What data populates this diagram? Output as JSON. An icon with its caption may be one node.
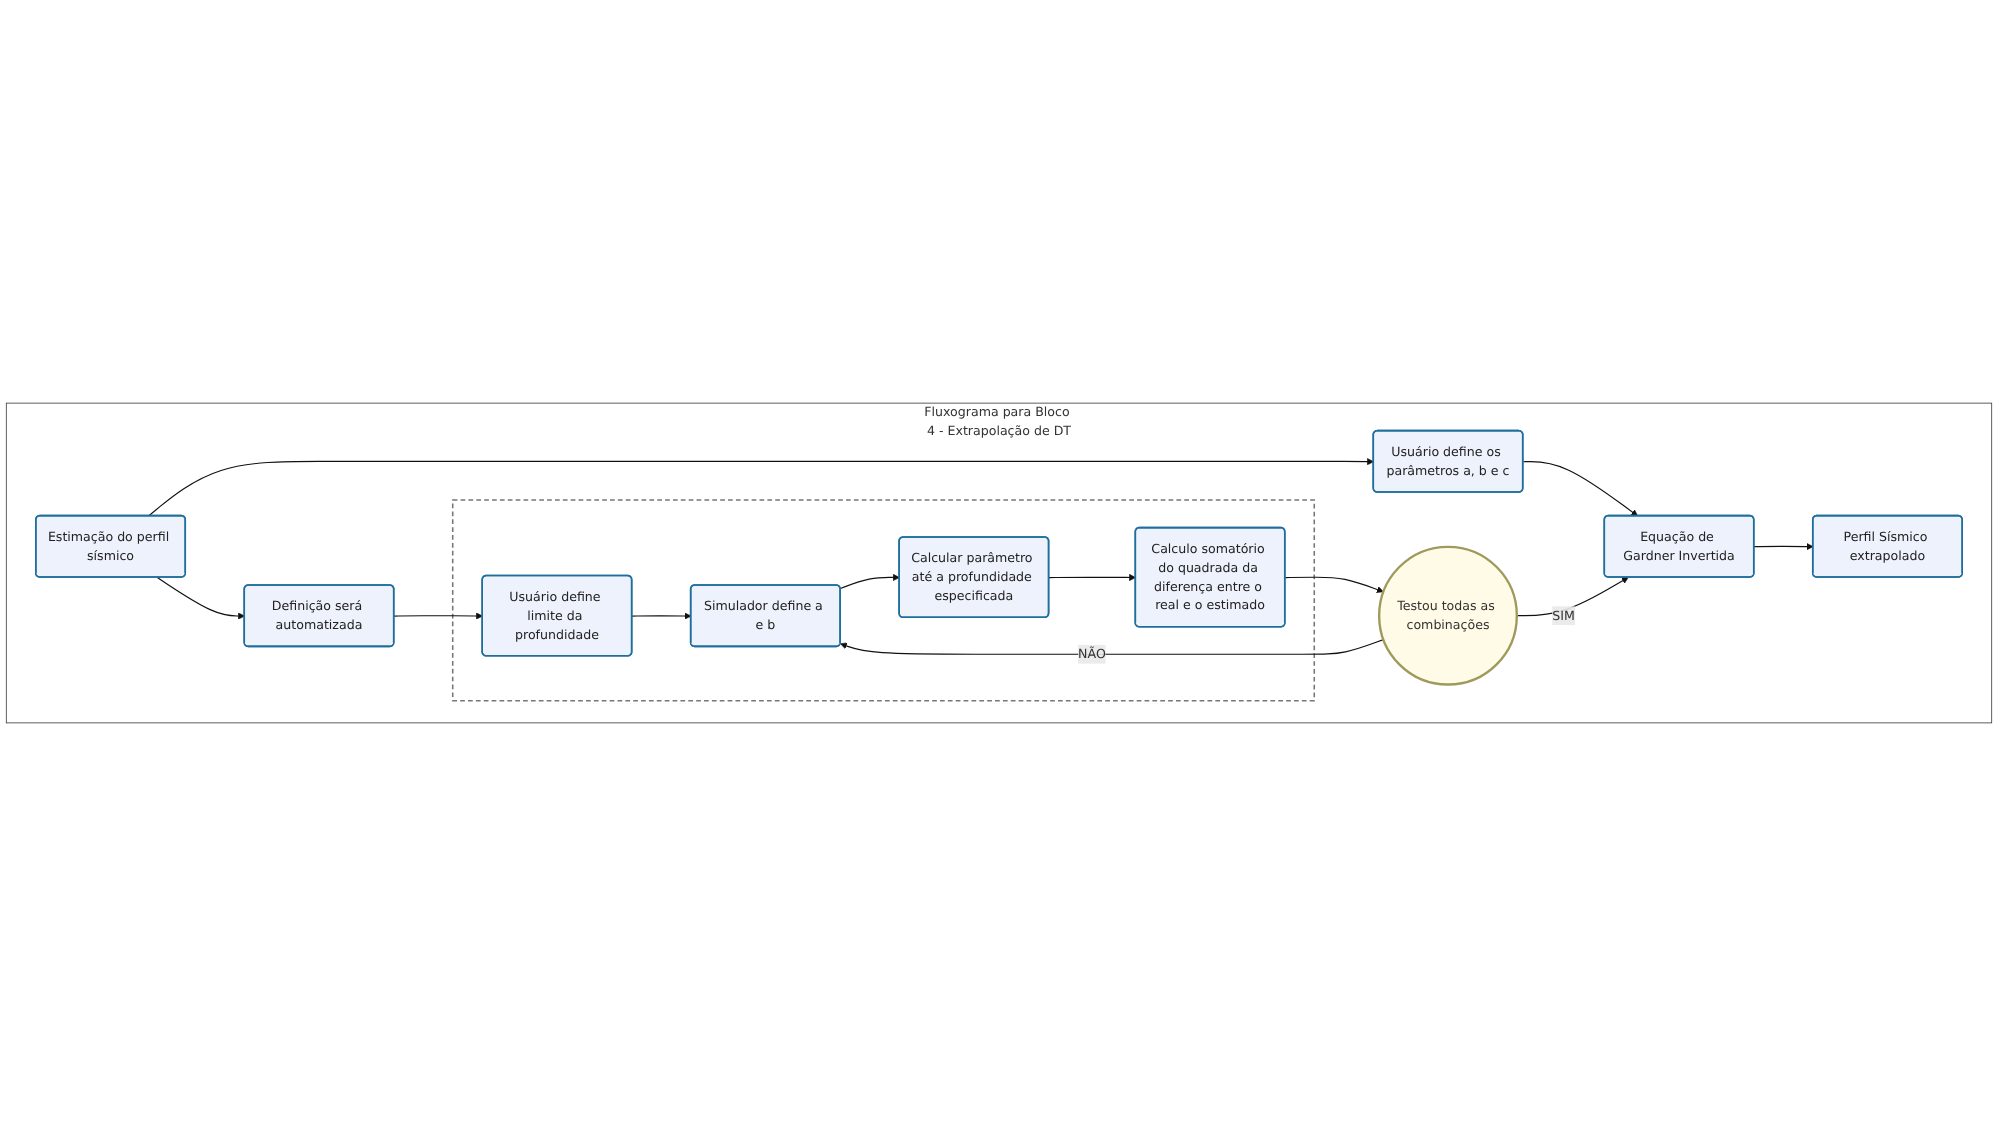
{
  "diagram": {
    "nodes": [
      {
        "text": [
          "Fluxograma para Bloco 4 - Extrapolação de DT"
        ]
      },
      {
        "text": [
          "Estimação do perfil sísmico"
        ],
        "in": 0
      },
      {
        "text": [
          "Usuário define os parâmetros a, b e c"
        ],
        "in": 0
      },
      {
        "text": [
          "Definição será automatizada"
        ],
        "in": 0
      },
      {
        "text": [],
        "shape": "box",
        "in": 0
      },
      {
        "text": [
          "Usuário define limite da profundidade"
        ],
        "in": 4
      },
      {
        "text": [
          "Simulador define a e b"
        ],
        "in": 4
      },
      {
        "text": [
          "Calcular parâmetro até a profundidade especificada"
        ],
        "in": 4
      },
      {
        "text": [
          "Calculo somatório do quadrada da diferença entre o real e o estimado"
        ],
        "in": 4
      },
      {
        "text": [
          "Testou todas as combinações"
        ],
        "in": 0
      },
      {
        "text": [
          "Equação de Gardner Invertida"
        ],
        "in": 0
      },
      {
        "text": [
          "Perfil Sísmico extrapolado"
        ],
        "in": 0
      }
    ],
    "edges": [
      {
        "from": 1,
        "to": 2,
        "arrow": "to"
      },
      {
        "from": 1,
        "to": 3,
        "arrow": "to"
      },
      {
        "from": 2,
        "to": 10,
        "arrow": "to"
      },
      {
        "from": 3,
        "to": 5,
        "arrow": "to"
      },
      {
        "from": 5,
        "to": 6,
        "arrow": "to"
      },
      {
        "from": 6,
        "to": 7,
        "arrow": "to"
      },
      {
        "from": 7,
        "to": 8,
        "arrow": "to"
      },
      {
        "from": 8,
        "to": 9,
        "arrow": "to"
      },
      {
        "from": 9,
        "to": 10,
        "arrow": "to",
        "label": "SIM"
      },
      {
        "from": 9,
        "to": 6,
        "arrow": "to",
        "label": "NÃO"
      },
      {
        "from": 10,
        "to": 11,
        "arrow": "to"
      }
    ]
  }
}
